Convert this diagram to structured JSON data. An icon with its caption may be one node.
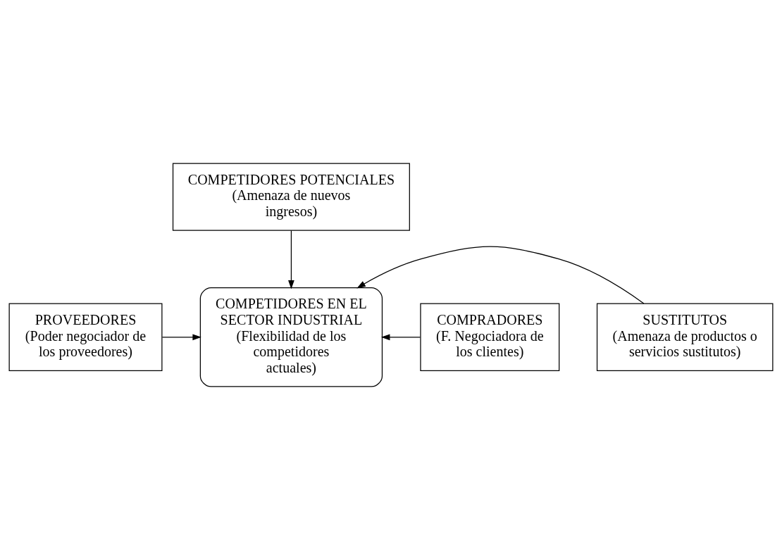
{
  "diagram": {
    "nodes": [
      {
        "text": [
          "COMPETIDORES POTENCIALES",
          "(Amenaza de nuevos ingresos)"
        ]
      },
      {
        "text": [
          "PROVEEDORES",
          "(Poder negociador de los proveedores)"
        ]
      },
      {
        "text": [
          "COMPETIDORES EN EL SECTOR INDUSTRIAL",
          "(Flexibilidad de los competidores actuales)"
        ]
      },
      {
        "text": [
          "COMPRADORES",
          "(F. Negociadora de los clientes)"
        ]
      },
      {
        "text": [
          "SUSTITUTOS",
          "(Amenaza de productos o servicios sustitutos)"
        ]
      }
    ],
    "edges": [
      {
        "from": 0,
        "to": 2,
        "arrow": "to"
      },
      {
        "from": 1,
        "to": 2,
        "arrow": "to"
      },
      {
        "from": 3,
        "to": 2,
        "arrow": "to"
      },
      {
        "from": 4,
        "to": 2,
        "arrow": "to"
      }
    ]
  }
}
